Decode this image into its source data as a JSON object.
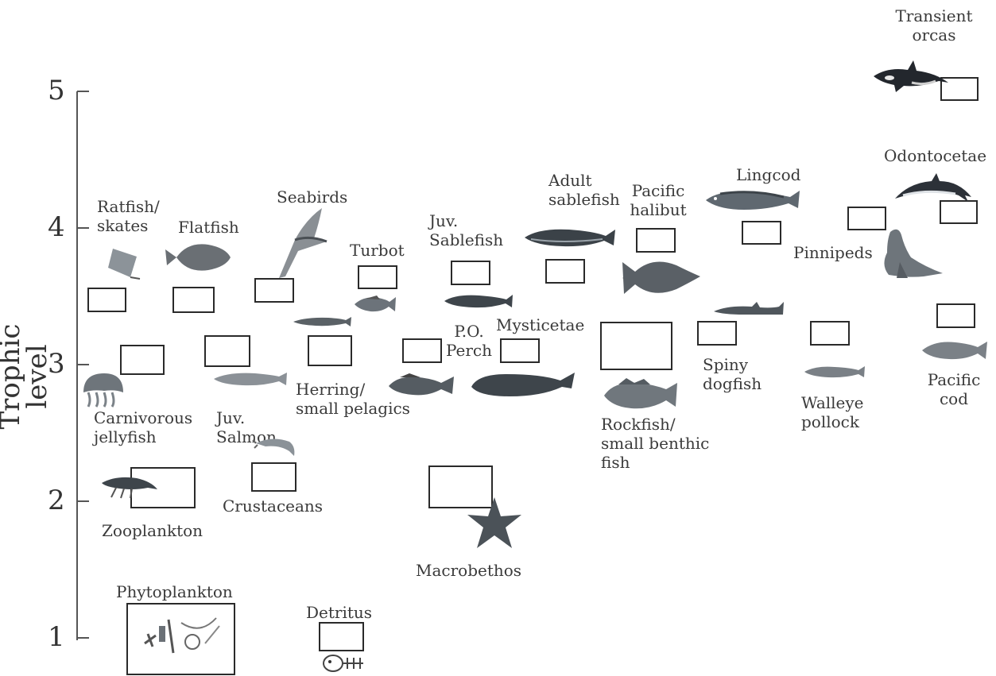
{
  "axis": {
    "label": "Trophic level",
    "ticks": [
      "5",
      "4",
      "3",
      "2",
      "1"
    ]
  },
  "groups": {
    "transient_orcas": "Transient\norcas",
    "odontocetae": "Odontocetae",
    "lingcod": "Lingcod",
    "pacific_halibut": "Pacific\nhalibut",
    "adult_sablefish": "Adult\nsablefish",
    "seabirds": "Seabirds",
    "ratfish_skates": "Ratfish/\nskates",
    "flatfish": "Flatfish",
    "turbot": "Turbot",
    "juv_sablefish": "Juv.\nSablefish",
    "pinnipeds": "Pinnipeds",
    "mysticetae": "Mysticetae",
    "po_perch": "P.O.\nPerch",
    "spiny_dogfish": "Spiny\ndogfish",
    "walleye_pollock": "Walleye\npollock",
    "pacific_cod": "Pacific\ncod",
    "carnivorous_jellyfish": "Carnivorous\njellyfish",
    "juv_salmon": "Juv.\nSalmon",
    "herring": "Herring/\nsmall pelagics",
    "rockfish": "Rockfish/\nsmall benthic\nfish",
    "zooplankton": "Zooplankton",
    "crustaceans": "Crustaceans",
    "macrobethos": "Macrobethos",
    "phytoplankton": "Phytoplankton",
    "detritus": "Detritus"
  },
  "colors": {
    "text": "#3a3a3a",
    "box": "#2a2a2a",
    "fish": "#6f7780",
    "dark": "#23272d"
  },
  "icons": [
    "orca-icon",
    "dolphin-icon",
    "seal-icon",
    "seabird-icon",
    "flatfish-icon",
    "fish-icon",
    "jellyfish-icon",
    "shrimp-icon",
    "starfish-icon",
    "whale-icon",
    "halibut-icon",
    "ray-icon",
    "plankton-icon",
    "detritus-icon"
  ]
}
